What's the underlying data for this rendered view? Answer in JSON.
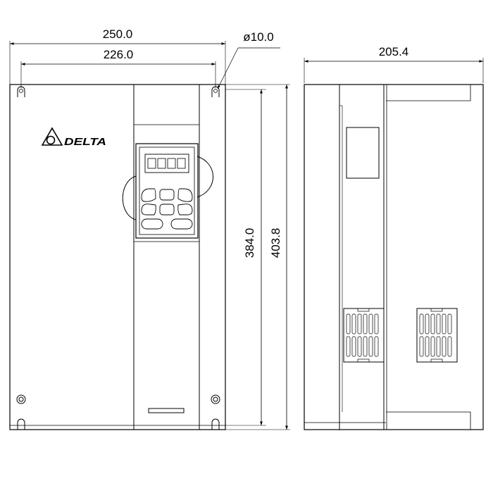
{
  "dimensions": {
    "overall_width": "250.0",
    "mount_width": "226.0",
    "hole_diameter": "ø10.0",
    "depth": "205.4",
    "mount_height": "384.0",
    "overall_height": "403.8"
  },
  "logo": {
    "brand": "DELTA",
    "icon": "delta-triangle-icon"
  },
  "colors": {
    "line": "#000000",
    "background": "#ffffff"
  }
}
